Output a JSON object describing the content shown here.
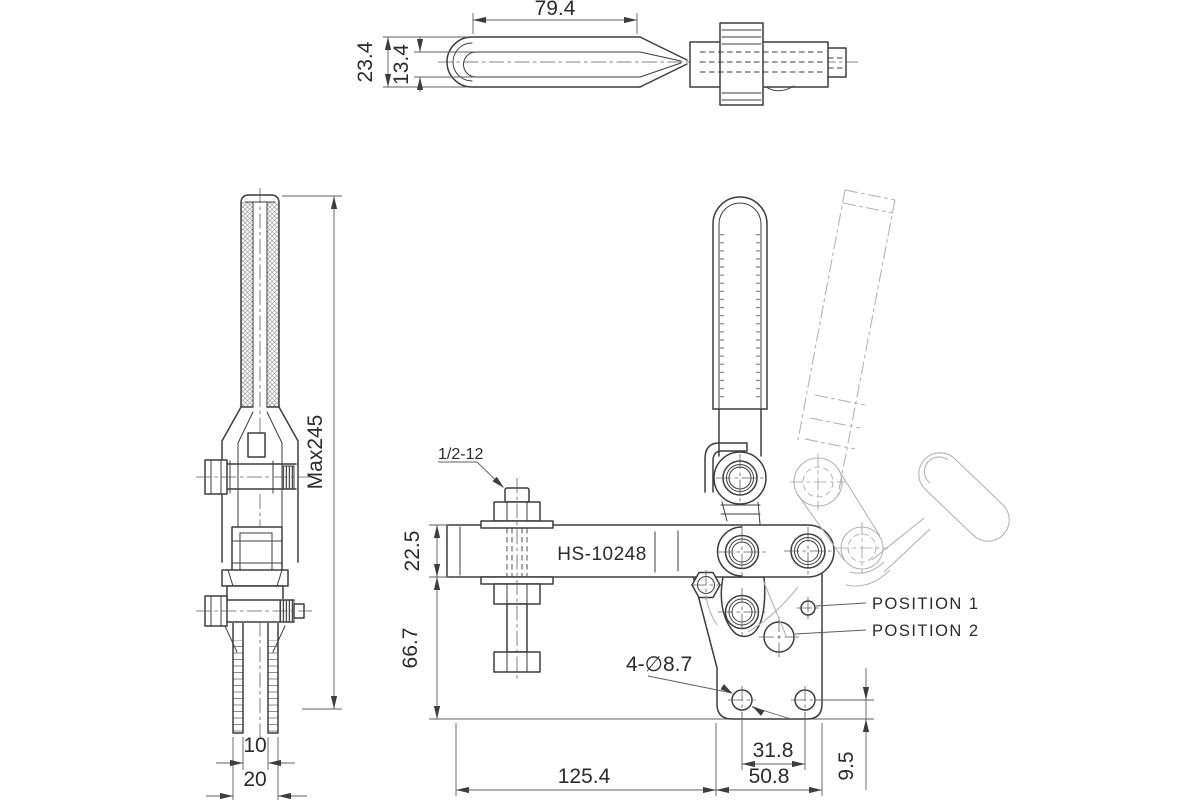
{
  "drawing": {
    "labels": {
      "model": "HS-10248",
      "position1": "POSITION 1",
      "position2": "POSITION 2",
      "thread_callout": "1/2-12",
      "hole_callout": "4-∅8.7"
    },
    "dimensions": {
      "handle_length": "79.4",
      "handle_outer_width": "23.4",
      "handle_inner_width": "13.4",
      "max_height": "Max245",
      "prong_gap": "10",
      "prong_outer": "20",
      "bar_height": "22.5",
      "bar_to_base": "66.7",
      "hole_spacing": "31.8",
      "hole_edge_offset": "9.5",
      "bar_length": "125.4",
      "base_width": "50.8"
    },
    "colors": {
      "line": "#3d3d3d",
      "thin": "#5f5f5f",
      "phantom": "#b4b4b4",
      "text": "#2b2b2b",
      "bg": "#ffffff"
    }
  }
}
